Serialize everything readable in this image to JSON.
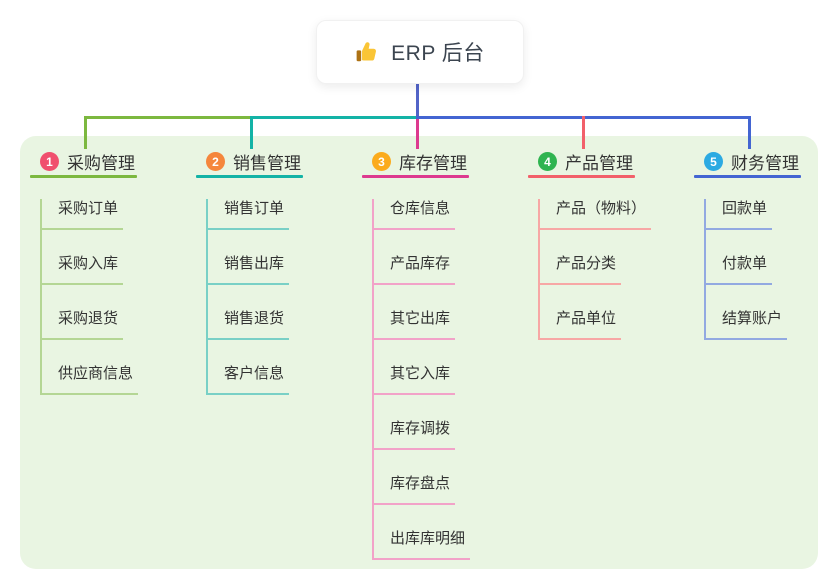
{
  "root": {
    "label": "ERP 后台",
    "icon": "thumbs-up-icon"
  },
  "canvas": {
    "background": "#ffffff",
    "panel_color": "#e9f5e2",
    "root_line_color": "#5264c8"
  },
  "branches": [
    {
      "number": "1",
      "title": "采购管理",
      "badge_color": "#f0506e",
      "line_color": "#7cb83f",
      "sub_line_color": "#b4d694",
      "items": [
        "采购订单",
        "采购入库",
        "采购退货",
        "供应商信息"
      ]
    },
    {
      "number": "2",
      "title": "销售管理",
      "badge_color": "#f5863c",
      "line_color": "#13b3a6",
      "sub_line_color": "#79d0c6",
      "items": [
        "销售订单",
        "销售出库",
        "销售退货",
        "客户信息"
      ]
    },
    {
      "number": "3",
      "title": "库存管理",
      "badge_color": "#fbab1c",
      "line_color": "#dd3a8f",
      "sub_line_color": "#f2a2c8",
      "items": [
        "仓库信息",
        "产品库存",
        "其它出库",
        "其它入库",
        "库存调拨",
        "库存盘点",
        "出库库明细"
      ]
    },
    {
      "number": "4",
      "title": "产品管理",
      "badge_color": "#2fb450",
      "line_color": "#f2606a",
      "sub_line_color": "#f7a7a5",
      "items": [
        "产品（物料）",
        "产品分类",
        "产品单位"
      ]
    },
    {
      "number": "5",
      "title": "财务管理",
      "badge_color": "#2caae2",
      "line_color": "#4365d2",
      "sub_line_color": "#92a9e1",
      "items": [
        "回款单",
        "付款单",
        "结算账户"
      ]
    }
  ]
}
